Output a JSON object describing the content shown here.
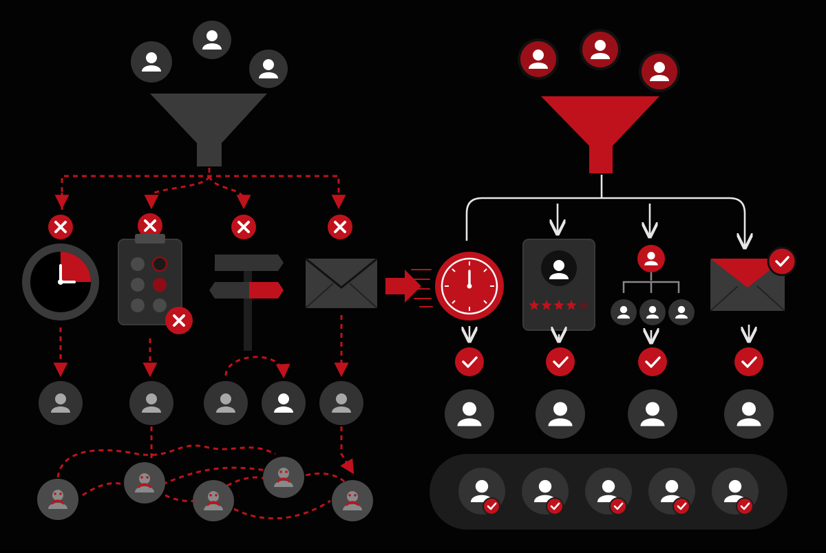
{
  "colors": {
    "background": "#030303",
    "accent_red": "#c0121c",
    "dark_red": "#8e0d14",
    "node_dark": "#333333",
    "node_mid": "#4a4a4a",
    "funnel_gray": "#3a3a3a",
    "white": "#ffffff",
    "person_gray": "#a8a8a8",
    "connector_white": "#e6e6e6"
  },
  "left_panel": {
    "description_role": "before",
    "incoming_users": 3,
    "funnel_style": "gray",
    "branches": [
      {
        "id": "timer",
        "icon": "clock-icon",
        "status": "blocked",
        "outcome": "lost-user"
      },
      {
        "id": "form",
        "icon": "clipboard-options-icon",
        "status": "blocked",
        "outcome": "lost-user"
      },
      {
        "id": "signpost",
        "icon": "signpost-icon",
        "status": "blocked",
        "outcome": "split-users"
      },
      {
        "id": "email",
        "icon": "envelope-icon",
        "status": "blocked",
        "outcome": "lost-user"
      }
    ],
    "end_state": "unhappy-users",
    "unhappy_count": 5
  },
  "transition": {
    "icon": "arrow-right-icon"
  },
  "right_panel": {
    "description_role": "after",
    "incoming_users": 3,
    "funnel_style": "red",
    "branches": [
      {
        "id": "fast-timer",
        "icon": "stopwatch-icon",
        "status": "approved"
      },
      {
        "id": "rated-profile",
        "icon": "profile-rating-icon",
        "status": "approved",
        "rating_stars": 4,
        "rating_max": 5
      },
      {
        "id": "hierarchy",
        "icon": "org-chart-icon",
        "status": "approved"
      },
      {
        "id": "email",
        "icon": "envelope-checked-icon",
        "status": "approved"
      }
    ],
    "end_state": "approved-users",
    "approved_count": 5
  }
}
